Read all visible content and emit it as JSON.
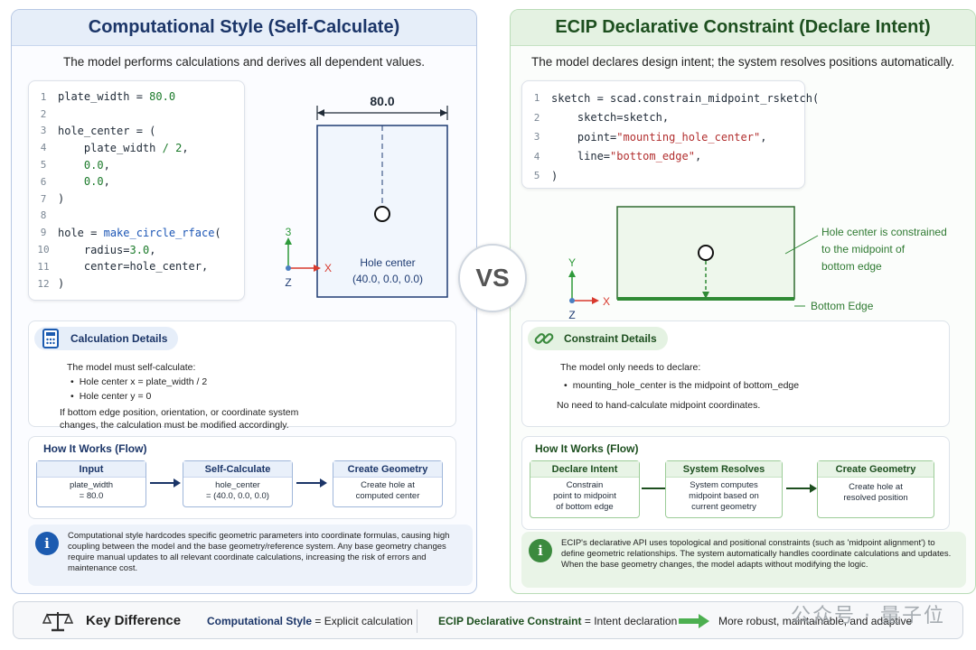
{
  "left": {
    "title": "Computational Style (Self-Calculate)",
    "subtitle": "The model performs calculations and derives all dependent values.",
    "code": {
      "line_numbers": [
        "1",
        "2",
        "3",
        "4",
        "5",
        "6",
        "7",
        "8",
        "9",
        "10",
        "11",
        "12"
      ],
      "plate_width_var": "plate_width",
      "plate_width_val": "80.0",
      "hole_center_var": "hole_center",
      "expr_var": "plate_width",
      "expr_div": "/ 2",
      "zero1": "0.0",
      "zero2": "0.0",
      "hole_var": "hole",
      "fn": "make_circle_rface",
      "radius_key": "radius",
      "radius_val": "3.0",
      "center_arg": "center=hole_center,"
    },
    "diagram": {
      "dimension": "80.0",
      "axis_up": "3",
      "axis_x": "X",
      "axis_z": "Z",
      "hole_label": "Hole center",
      "hole_coords": "(40.0, 0.0, 0.0)"
    },
    "details": {
      "title": "Calculation Details",
      "intro": "The model must self-calculate:",
      "bullet1": "Hole center x = plate_width / 2",
      "bullet2": "Hole center y = 0",
      "footer1": "If bottom edge position, orientation, or coordinate system",
      "footer2": "changes, the calculation must be modified accordingly."
    },
    "flow": {
      "title": "How It Works (Flow)",
      "steps": [
        {
          "title": "Input",
          "line1": "plate_width",
          "line2": "= 80.0"
        },
        {
          "title": "Self-Calculate",
          "line1": "hole_center",
          "line2": "= (40.0, 0.0, 0.0)"
        },
        {
          "title": "Create Geometry",
          "line1": "Create hole at",
          "line2": "computed center"
        }
      ]
    },
    "note": "Computational style hardcodes specific geometric parameters into coordinate formulas, causing high coupling between the model and the base geometry/reference system. Any base geometry changes require manual updates to all relevant coordinate calculations, increasing the risk of errors and maintenance cost."
  },
  "right": {
    "title": "ECIP Declarative Constraint (Declare Intent)",
    "subtitle": "The model declares design intent; the system resolves positions automatically.",
    "code": {
      "line_numbers": [
        "1",
        "2",
        "3",
        "4",
        "5"
      ],
      "l1_var": "sketch",
      "l1_fn": "scad.constrain_midpoint_rsketch(",
      "l2": "sketch=sketch,",
      "l3_key": "point=",
      "l3_val": "\"mounting_hole_center\"",
      "l4_key": "line=",
      "l4_val": "\"bottom_edge\"",
      "l5": ")"
    },
    "diagram": {
      "annotation1": "Hole center is constrained",
      "annotation2": "to the midpoint of",
      "annotation3": "bottom edge",
      "bottom_edge": "Bottom Edge",
      "axis_y": "Y",
      "axis_x": "X",
      "axis_z": "Z"
    },
    "details": {
      "title": "Constraint Details",
      "intro": "The model only needs to declare:",
      "bullet1": "mounting_hole_center is the midpoint of bottom_edge",
      "footer": "No need to hand-calculate midpoint coordinates."
    },
    "flow": {
      "title": "How It Works (Flow)",
      "steps": [
        {
          "title": "Declare Intent",
          "line1": "Constrain",
          "line2": "point to midpoint",
          "line3": "of bottom edge"
        },
        {
          "title": "System Resolves",
          "line1": "System computes",
          "line2": "midpoint based on",
          "line3": "current geometry"
        },
        {
          "title": "Create Geometry",
          "line1": "Create hole at",
          "line2": "resolved position",
          "line3": ""
        }
      ]
    },
    "note": "ECIP's declarative API uses topological and positional constraints (such as 'midpoint alignment') to define geometric relationships. The system automatically handles coordinate calculations and updates. When the base geometry changes, the model adapts without modifying the logic."
  },
  "vs": "VS",
  "bottom": {
    "title": "Key Difference",
    "left_strong": "Computational Style",
    "left_rest": " = Explicit calculation",
    "right_strong": "ECIP Declarative Constraint",
    "right_rest": " = Intent declaration",
    "result": "More robust, maintainable, and adaptive"
  },
  "watermark": "公众号 · 量子位",
  "colors": {
    "left_accent": "#1b3568",
    "right_accent": "#1d4f1f",
    "green_line": "#2f8a34",
    "axis_green": "#2e9a3a",
    "axis_red": "#d83a2e",
    "axis_blue": "#4a7fc1"
  }
}
